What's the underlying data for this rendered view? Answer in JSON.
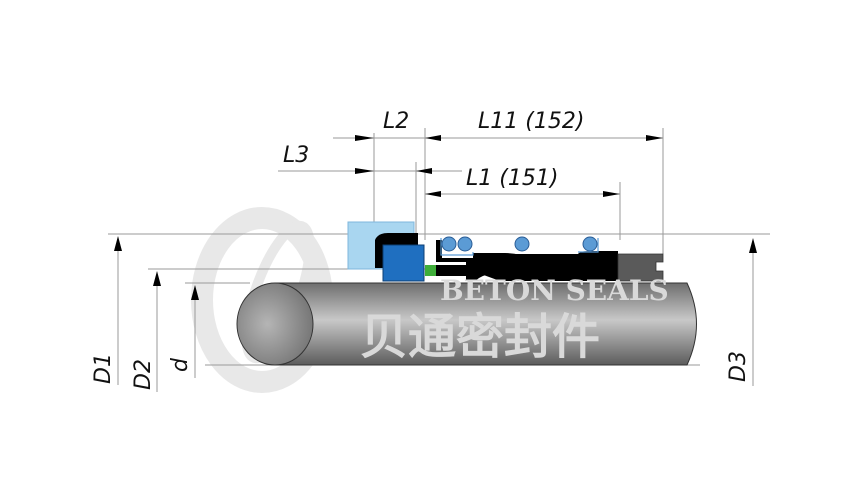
{
  "dimensions": {
    "L3": "L3",
    "L2": "L2",
    "L11": "L11 (152)",
    "L1": "L1 (151)",
    "D1": "D1",
    "D2": "D2",
    "d": "d",
    "D3": "D3"
  },
  "watermark": {
    "latin": "BETON SEALS",
    "chinese": "贝通密封件"
  },
  "colors": {
    "seat_light_blue": "#a9d6f0",
    "face_blue": "#1f6fc0",
    "green_ring": "#3fae3a",
    "spring_blue": "#5b9bd5",
    "body_black": "#000000",
    "end_grey": "#5a5a5a",
    "shaft_grey": "#9a9a9a"
  }
}
